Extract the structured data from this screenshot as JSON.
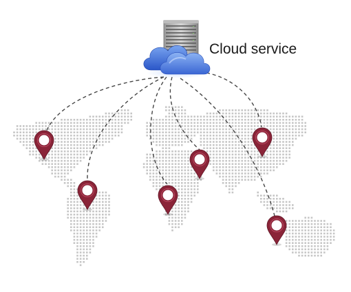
{
  "label": "Cloud service",
  "icons": {
    "server": "server-rack-icon",
    "cloud": "cloud-icon",
    "pin": "map-pin-icon",
    "map": "dotted-world-map"
  },
  "colors": {
    "pin": "#8a2438",
    "cloud_light": "#5b8be6",
    "cloud_dark": "#2a56c8",
    "map_dot": "#c6c6c6",
    "connection": "#444444"
  },
  "regions": [
    "north-america-west",
    "south-america",
    "africa",
    "europe",
    "east-asia",
    "southeast-asia"
  ]
}
